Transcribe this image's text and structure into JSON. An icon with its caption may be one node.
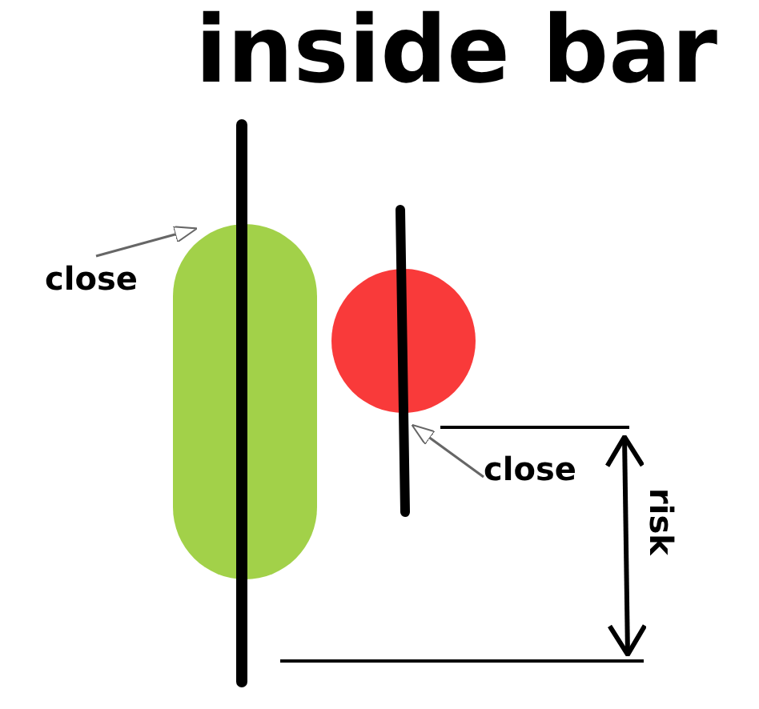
{
  "diagram": {
    "title": "inside bar",
    "nodes": [
      {
        "text": [
          "close"
        ]
      },
      {
        "text": [],
        "shape": "bar"
      },
      {
        "text": [],
        "shape": "circle"
      },
      {
        "text": [
          "close"
        ]
      }
    ],
    "edges": [
      {
        "from": 0,
        "to": 1,
        "arrow": "to"
      },
      {
        "from": 3,
        "to": 2,
        "arrow": "to"
      }
    ],
    "labels": [
      "risk"
    ]
  }
}
